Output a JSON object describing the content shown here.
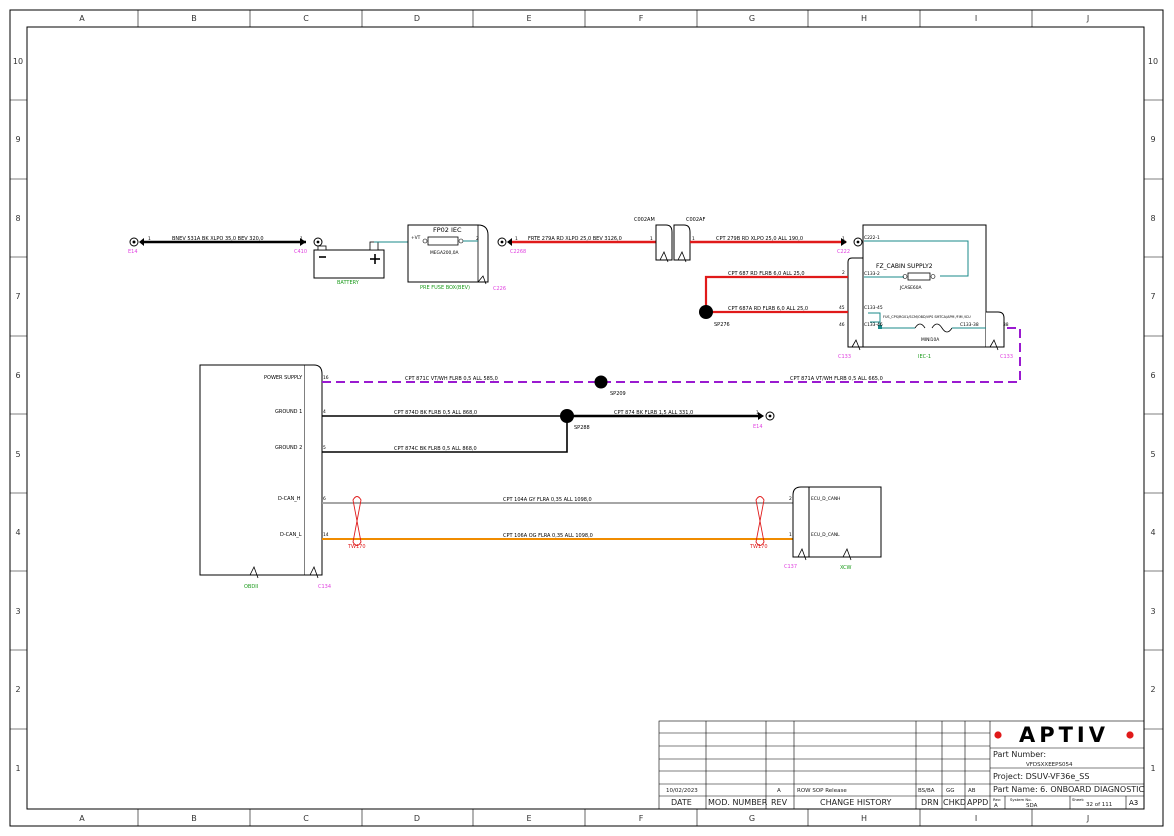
{
  "border": {
    "columns": [
      "A",
      "B",
      "C",
      "D",
      "E",
      "F",
      "G",
      "H",
      "I",
      "J"
    ],
    "rows": [
      "10",
      "9",
      "8",
      "7",
      "6",
      "5",
      "4",
      "3",
      "2",
      "1"
    ]
  },
  "wires": {
    "w1": "BNEV  531A  BK  XLPO  35,0  BEV  320,0",
    "w2": "FRTE  279A  RD  XLPO  25,0  BEV  3126,0",
    "w3": "CPT  279B  RD  XLPO  25,0  ALL  190,0",
    "w4": "CPT  687  RD  FLRB  6,0  ALL  25,0",
    "w5": "CPT  687A  RD  FLRB  6,0  ALL  25,0",
    "w6": "CPT  871C  VT/WH  FLRB  0,5  ALL  585,0",
    "w7": "CPT  871A  VT/WH  FLRB  0,5  ALL  665,0",
    "w8": "CPT  874D  BK  FLRB  0,5  ALL  868,0",
    "w9": "CPT  874  BK  FLRB  1,5  ALL  331,0",
    "w10": "CPT  874C  BK  FLRB  0,5  ALL  868,0",
    "w11": "CPT  104A  GY  FLRA  0,35  ALL  1098,0",
    "w12": "CPT  106A  OG  FLRA  0,35  ALL  1098,0"
  },
  "labels": {
    "e14a": "E14",
    "c410": "C410",
    "battery": "BATTERY",
    "fp02": "FP02 IEC",
    "vt": "+VT",
    "mega": "MEGA200,0A",
    "prefuse": "PRE FUSE BOX(BEV)",
    "c226": "C226",
    "c2268": "C2268",
    "c002am": "C002AM",
    "c002af": "C002AF",
    "c222": "C222",
    "c222_1": "C222-1",
    "fz": "FZ_CABIN SUPPLY2",
    "jcase": "JCASE60A",
    "c133_2": "C133-2",
    "c133_45": "C133-45",
    "c133_46": "C133-46",
    "c133_38": "C133-38",
    "fus": "FUS_CPS/RG01/SCM/OBD/VPS SMTCA/APM /FIM /ICU",
    "mini": "MINI10A",
    "iec": "IEC-1",
    "c133a": "C133",
    "c133b": "C133",
    "sp276": "SP276",
    "sp209": "SP209",
    "sp288": "SP288",
    "e14b": "E14",
    "power": "POWER SUPPLY",
    "g1": "GROUND 1",
    "g2": "GROUND 2",
    "dcanh": "D-CAN_H",
    "dcanl": "D-CAN_L",
    "obdii": "OBDII",
    "c134": "C134",
    "tw1": "TW170",
    "tw2": "TW170",
    "ecuh": "ECU_D_CANH",
    "ecul": "ECU_D_CANL",
    "c137": "C137",
    "xcw": "XCW"
  },
  "pins": {
    "p1a": "1",
    "p1b": "1",
    "p2": "2",
    "p1c": "1",
    "p1d": "1",
    "p1e": "1",
    "p1f": "1",
    "p2b": "2",
    "p45": "45",
    "p46": "46",
    "p38": "38",
    "p16": "16",
    "p4": "4",
    "p5": "5",
    "p6": "6",
    "p14": "14",
    "p1g": "1",
    "p2c": "2",
    "p1h": "1"
  },
  "title_block": {
    "brand": "APTIV",
    "part_number_label": "Part Number:",
    "part_number": "VFDSXXEEPS054",
    "project": "Project: DSUV-VF36e_SS",
    "part_name": "Part Name:  6. ONBOARD DIAGNOSTIC",
    "rev_label": "Rev:",
    "rev_value": "A",
    "system_label": "System No.",
    "system_value": "SDA",
    "sheet_label": "Sheet:",
    "sheet_value": "32  of 111",
    "size": "A3",
    "row_date": "10/02/2023",
    "row_rev": "A",
    "row_change": "ROW SOP Release",
    "row_drn": "BS/BA",
    "row_chkd": "GG",
    "row_appd": "AB",
    "h_date": "DATE",
    "h_mod": "MOD. NUMBER",
    "h_rev": "REV",
    "h_change": "CHANGE HISTORY",
    "h_drn": "DRN",
    "h_chkd": "CHKD",
    "h_appd": "APPD"
  },
  "colors": {
    "red_wire": "#e01a1a",
    "black_wire": "#000000",
    "purple_wire": "#9a1ad0",
    "grey_wire": "#9a9a9a",
    "orange_wire": "#f08c00",
    "teal_wire": "#1a8a8a",
    "brand_red": "#e01a1a"
  }
}
